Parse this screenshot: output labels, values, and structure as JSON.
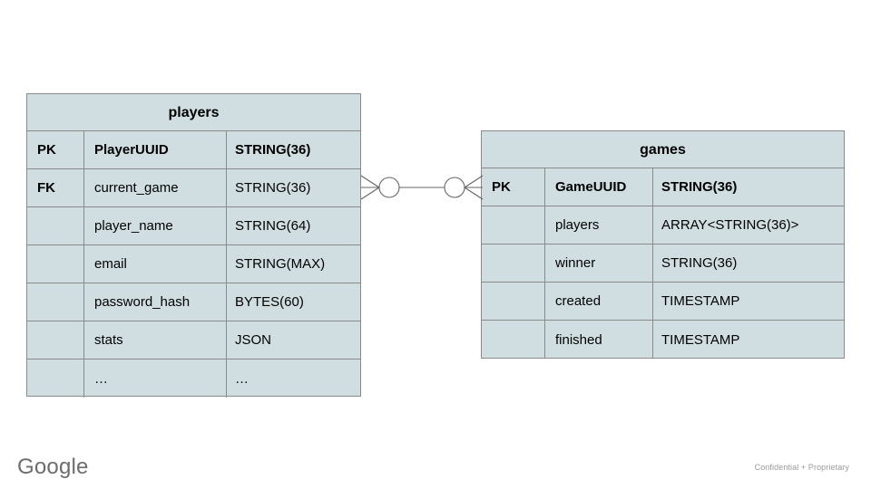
{
  "slide": {
    "background_color": "#ffffff",
    "entity_fill_color": "#d1dee1",
    "entity_border_color": "#8a8a8a",
    "connector_color": "#666666"
  },
  "diagram": {
    "type": "entity-relationship-diagram",
    "entities": [
      {
        "name": "players",
        "title": "players",
        "rows": [
          {
            "key": "PK",
            "field": "PlayerUUID",
            "type": "STRING(36)",
            "emphasis": "bold"
          },
          {
            "key": "FK",
            "field": "current_game",
            "type": "STRING(36)",
            "emphasis": "normal"
          },
          {
            "key": "",
            "field": "player_name",
            "type": "STRING(64)",
            "emphasis": "normal"
          },
          {
            "key": "",
            "field": "email",
            "type": "STRING(MAX)",
            "emphasis": "normal"
          },
          {
            "key": "",
            "field": "password_hash",
            "type": "BYTES(60)",
            "emphasis": "normal"
          },
          {
            "key": "",
            "field": "stats",
            "type": "JSON",
            "emphasis": "normal"
          },
          {
            "key": "",
            "field": "…",
            "type": "…",
            "emphasis": "normal"
          }
        ]
      },
      {
        "name": "games",
        "title": "games",
        "rows": [
          {
            "key": "PK",
            "field": "GameUUID",
            "type": "STRING(36)",
            "emphasis": "bold"
          },
          {
            "key": "",
            "field": "players",
            "type": "ARRAY<STRING(36)>",
            "emphasis": "normal"
          },
          {
            "key": "",
            "field": "winner",
            "type": "STRING(36)",
            "emphasis": "normal"
          },
          {
            "key": "",
            "field": "created",
            "type": "TIMESTAMP",
            "emphasis": "normal"
          },
          {
            "key": "",
            "field": "finished",
            "type": "TIMESTAMP",
            "emphasis": "normal"
          }
        ]
      }
    ],
    "relationship": {
      "from": "players",
      "to": "games",
      "from_cardinality": "zero-or-many",
      "to_cardinality": "zero-or-many",
      "notation": "crows-foot"
    }
  },
  "footer": {
    "logo_text": "Google",
    "confidential_text": "Confidential + Proprietary"
  }
}
